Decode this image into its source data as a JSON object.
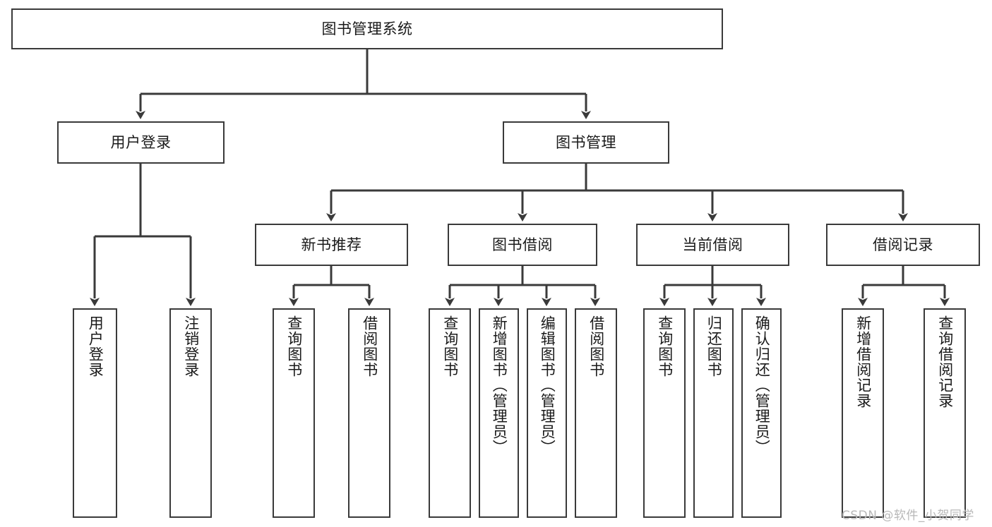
{
  "diagram": {
    "title": "图书管理系统",
    "type": "hierarchy-tree",
    "orientation": "top-down",
    "line_color": "#3a3a3a",
    "box_fill": "#ffffff",
    "text_color": "#1a1a1a"
  },
  "nodes": {
    "root": {
      "label": "图书管理系统",
      "level": 0
    },
    "user_login": {
      "label": "用户登录",
      "level": 1
    },
    "book_manage": {
      "label": "图书管理",
      "level": 1
    },
    "new_book_rec": {
      "label": "新书推荐",
      "level": 2
    },
    "book_borrow": {
      "label": "图书借阅",
      "level": 2
    },
    "current_borrow": {
      "label": "当前借阅",
      "level": 2
    },
    "borrow_record": {
      "label": "借阅记录",
      "level": 2
    },
    "leaf_user_login": {
      "label": "用户登录",
      "level": 3
    },
    "leaf_logout": {
      "label": "注销登录",
      "level": 3
    },
    "leaf_query_book_1": {
      "label": "查询图书",
      "level": 3
    },
    "leaf_borrow_book_1": {
      "label": "借阅图书",
      "level": 3
    },
    "leaf_query_book_2": {
      "label": "查询图书",
      "level": 3
    },
    "leaf_add_book": {
      "label": "新增图书（管理员）",
      "level": 3
    },
    "leaf_edit_book": {
      "label": "编辑图书（管理员）",
      "level": 3
    },
    "leaf_borrow_book_2": {
      "label": "借阅图书",
      "level": 3
    },
    "leaf_query_book_3": {
      "label": "查询图书",
      "level": 3
    },
    "leaf_return_book": {
      "label": "归还图书",
      "level": 3
    },
    "leaf_confirm_return": {
      "label": "确认归还（管理员）",
      "level": 3
    },
    "leaf_add_record": {
      "label": "新增借阅记录",
      "level": 3
    },
    "leaf_query_record": {
      "label": "查询借阅记录",
      "level": 3
    }
  },
  "watermark": {
    "text": "CSDN @软件_小贺同学",
    "color": "#b8b8b8"
  }
}
